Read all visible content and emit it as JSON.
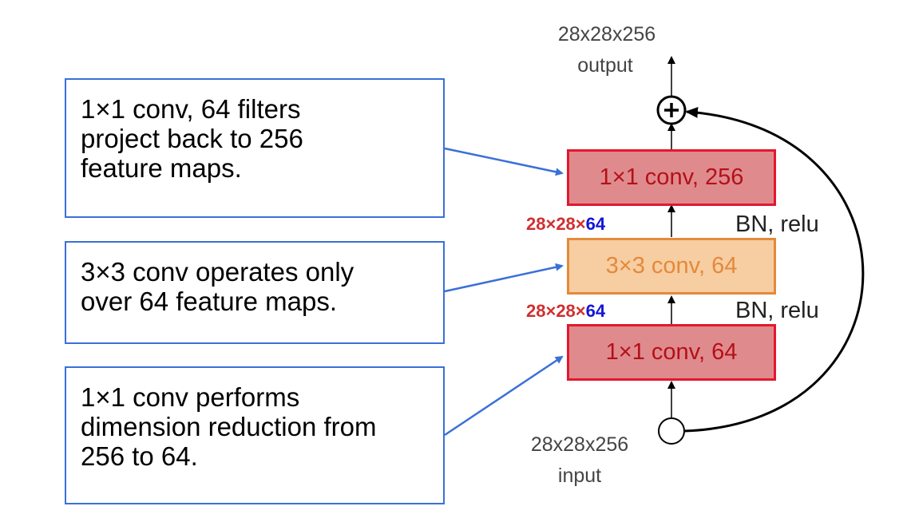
{
  "annotations": [
    {
      "lines": [
        "1×1 conv, 64 filters",
        "project back to 256",
        "feature maps."
      ]
    },
    {
      "lines": [
        "3×3 conv operates only",
        "over 64 feature maps."
      ]
    },
    {
      "lines": [
        "1×1 conv performs",
        "dimension reduction from",
        "256 to 64."
      ]
    }
  ],
  "block": {
    "output_dims": "28x28x256",
    "output_label": "output",
    "input_dims": "28x28x256",
    "input_label": "input",
    "add_symbol": "+",
    "layers": {
      "top": "1×1 conv, 256",
      "middle": "3×3 conv, 64",
      "bottom": "1×1 conv, 64"
    },
    "activation_top": "BN, relu",
    "activation_bottom": "BN, relu",
    "dims_upper": {
      "spatial": "28×28×",
      "channels": "64"
    },
    "dims_lower": {
      "spatial": "28×28×",
      "channels": "64"
    }
  },
  "colors": {
    "annotation_border": "#3a70d8",
    "conv_1x1_fill": "#df8b8d",
    "conv_1x1_border": "#e3172f",
    "conv_3x3_fill": "#f7cda2",
    "conv_3x3_border": "#e38a3a",
    "dim_spatial": "#d03030",
    "dim_channels": "#1416d6"
  }
}
